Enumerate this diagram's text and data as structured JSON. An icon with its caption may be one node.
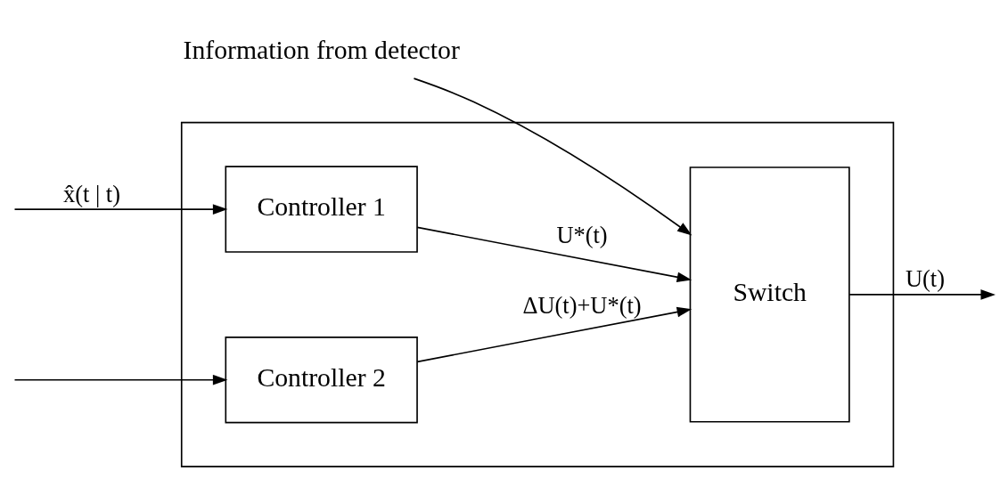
{
  "diagram": {
    "nodes": [
      {
        "text": [],
        "shape": "box"
      },
      {
        "text": [
          "Controller 1"
        ],
        "in": 0
      },
      {
        "text": [
          "Controller 2"
        ],
        "in": 0
      },
      {
        "text": [
          "Switch"
        ],
        "in": 0
      },
      {
        "text": [
          "Information from detector"
        ]
      }
    ],
    "edges": [
      {
        "from": null,
        "to": 1,
        "arrow": "to",
        "label": "x̂(t | t)"
      },
      {
        "from": null,
        "to": 2,
        "arrow": "to"
      },
      {
        "from": 1,
        "to": 3,
        "arrow": "to",
        "label": "U*(t)"
      },
      {
        "from": 2,
        "to": 3,
        "arrow": "to",
        "label": "ΔU(t)+U*(t)"
      },
      {
        "from": 4,
        "to": 3,
        "arrow": "to"
      },
      {
        "from": 3,
        "to": null,
        "arrow": "to",
        "label": "U(t)"
      }
    ]
  }
}
